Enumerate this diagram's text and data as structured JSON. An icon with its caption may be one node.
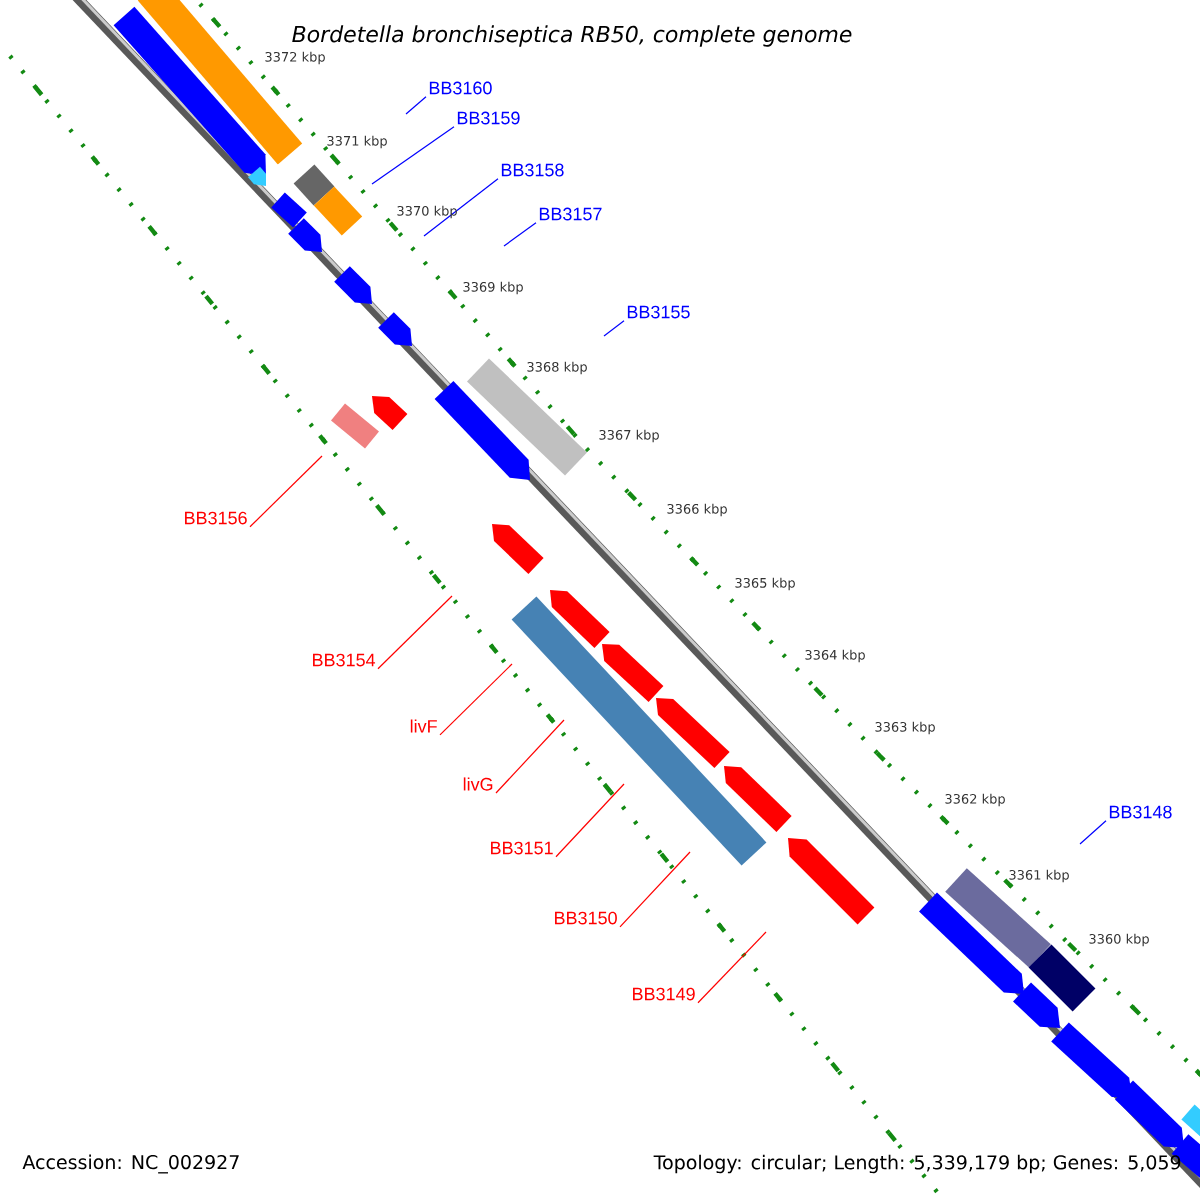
{
  "diagram": {
    "title": "Bordetella bronchiseptica RB50, complete genome",
    "nodes": [
      {
        "text": [
          "BB3160"
        ]
      },
      {
        "text": [
          "BB3159"
        ]
      },
      {
        "text": [
          "BB3158"
        ]
      },
      {
        "text": [
          "BB3157"
        ]
      },
      {
        "text": [
          "BB3155"
        ]
      },
      {
        "text": [
          "BB3156"
        ]
      },
      {
        "text": [
          "BB3154"
        ]
      },
      {
        "text": [
          "livF"
        ]
      },
      {
        "text": [
          "livG"
        ]
      },
      {
        "text": [
          "BB3148"
        ]
      },
      {
        "text": [
          "BB3151"
        ]
      },
      {
        "text": [
          "BB3150"
        ]
      },
      {
        "text": [
          "BB3149"
        ]
      }
    ],
    "edges": [
      {
        "from": 0,
        "to": null,
        "arrow": "none",
        "color": "#0000ff"
      },
      {
        "from": 1,
        "to": null,
        "arrow": "none",
        "color": "#0000ff"
      },
      {
        "from": 2,
        "to": null,
        "arrow": "none",
        "color": "#0000ff"
      },
      {
        "from": 3,
        "to": null,
        "arrow": "none",
        "color": "#0000ff"
      },
      {
        "from": 4,
        "to": null,
        "arrow": "none",
        "color": "#0000ff"
      },
      {
        "from": 5,
        "to": null,
        "arrow": "none"
      },
      {
        "from": 6,
        "to": null,
        "arrow": "none"
      },
      {
        "from": 7,
        "to": null,
        "arrow": "none"
      },
      {
        "from": 8,
        "to": null,
        "arrow": "none"
      },
      {
        "from": 9,
        "to": null,
        "arrow": "none",
        "color": "#0000ff"
      },
      {
        "from": 10,
        "to": null,
        "arrow": "none"
      },
      {
        "from": 11,
        "to": null,
        "arrow": "none"
      },
      {
        "from": 12,
        "to": null,
        "arrow": "none"
      }
    ],
    "labels": [
      "3372 kbp",
      "3371 kbp",
      "3370 kbp",
      "3369 kbp",
      "3368 kbp",
      "3367 kbp",
      "3366 kbp",
      "3365 kbp",
      "3364 kbp",
      "3363 kbp",
      "3362 kbp",
      "3361 kbp",
      "3360 kbp",
      "Accession: NC_002927",
      "Topology: circular; Length: 5,339,179 bp; Genes: 5,059"
    ]
  }
}
